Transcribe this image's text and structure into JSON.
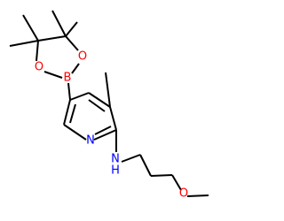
{
  "molecule": {
    "colors": {
      "bond": "#000000",
      "nitrogen": "#0000ff",
      "oxygen": "#ff0000",
      "boron": "#ff0000"
    },
    "labels": {
      "ring_nitrogen": "N",
      "amine_nitrogen": "N",
      "amine_hydrogen": "H",
      "boron": "B",
      "oxygen_upper": "O",
      "oxygen_lower": "O",
      "ether_oxygen": "O"
    }
  }
}
